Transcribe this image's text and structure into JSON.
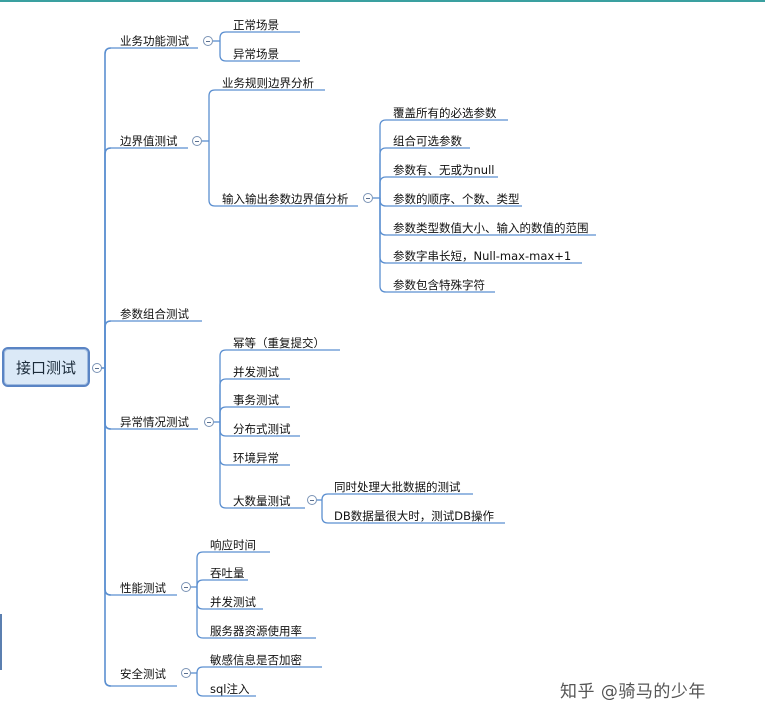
{
  "root": "接口测试",
  "branches": [
    {
      "label": "业务功能测试",
      "children": [
        {
          "label": "正常场景"
        },
        {
          "label": "异常场景"
        }
      ]
    },
    {
      "label": "边界值测试",
      "children": [
        {
          "label": "业务规则边界分析"
        },
        {
          "label": "输入输出参数边界值分析",
          "children": [
            {
              "label": "覆盖所有的必选参数"
            },
            {
              "label": "组合可选参数"
            },
            {
              "label": "参数有、无或为null"
            },
            {
              "label": "参数的顺序、个数、类型"
            },
            {
              "label": "参数类型数值大小、输入的数值的范围"
            },
            {
              "label": "参数字串长短，Null-max-max+1"
            },
            {
              "label": "参数包含特殊字符"
            }
          ]
        }
      ]
    },
    {
      "label": "参数组合测试"
    },
    {
      "label": "异常情况测试",
      "children": [
        {
          "label": "幂等（重复提交）"
        },
        {
          "label": "并发测试"
        },
        {
          "label": "事务测试"
        },
        {
          "label": "分布式测试"
        },
        {
          "label": "环境异常"
        },
        {
          "label": "大数量测试",
          "children": [
            {
              "label": "同时处理大批数据的测试"
            },
            {
              "label": "DB数据量很大时，测试DB操作"
            }
          ]
        }
      ]
    },
    {
      "label": "性能测试",
      "children": [
        {
          "label": "响应时间"
        },
        {
          "label": "吞吐量"
        },
        {
          "label": "并发测试"
        },
        {
          "label": "服务器资源使用率"
        }
      ]
    },
    {
      "label": "安全测试",
      "children": [
        {
          "label": "敏感信息是否加密"
        },
        {
          "label": "sql注入"
        }
      ]
    }
  ],
  "watermark": "知乎 @骑马的少年",
  "colors": {
    "line": "#5b8fd0",
    "root_border": "#5a84c4",
    "root_fill": "#dbe9f7",
    "top_bar": "#3aa0a0"
  }
}
